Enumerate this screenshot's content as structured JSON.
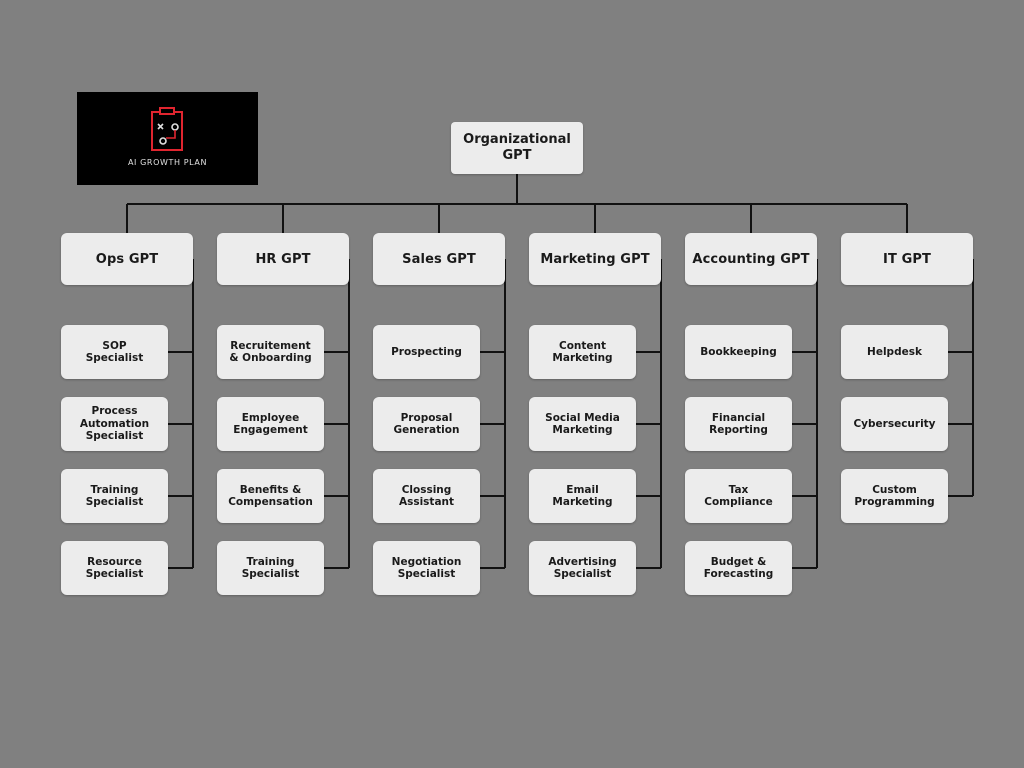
{
  "logo": {
    "text": "AI GROWTH PLAN",
    "accent": "#e0252f"
  },
  "colors": {
    "background": "#808080",
    "box": "#ececec",
    "line": "#111111",
    "text": "#1a1a1a"
  },
  "root": {
    "label": "Organizational\nGPT"
  },
  "departments": [
    {
      "label": "Ops GPT",
      "roles": [
        "SOP\nSpecialist",
        "Process\nAutomation\nSpecialist",
        "Training\nSpecialist",
        "Resource\nSpecialist"
      ]
    },
    {
      "label": "HR GPT",
      "roles": [
        "Recruitement\n& Onboarding",
        "Employee\nEngagement",
        "Benefits &\nCompensation",
        "Training\nSpecialist"
      ]
    },
    {
      "label": "Sales GPT",
      "roles": [
        "Prospecting",
        "Proposal\nGeneration",
        "Clossing\nAssistant",
        "Negotiation\nSpecialist"
      ]
    },
    {
      "label": "Marketing GPT",
      "roles": [
        "Content\nMarketing",
        "Social Media\nMarketing",
        "Email\nMarketing",
        "Advertising\nSpecialist"
      ]
    },
    {
      "label": "Accounting GPT",
      "roles": [
        "Bookkeeping",
        "Financial\nReporting",
        "Tax\nCompliance",
        "Budget &\nForecasting"
      ]
    },
    {
      "label": "IT GPT",
      "roles": [
        "Helpdesk",
        "Cybersecurity",
        "Custom\nProgramming"
      ]
    }
  ]
}
